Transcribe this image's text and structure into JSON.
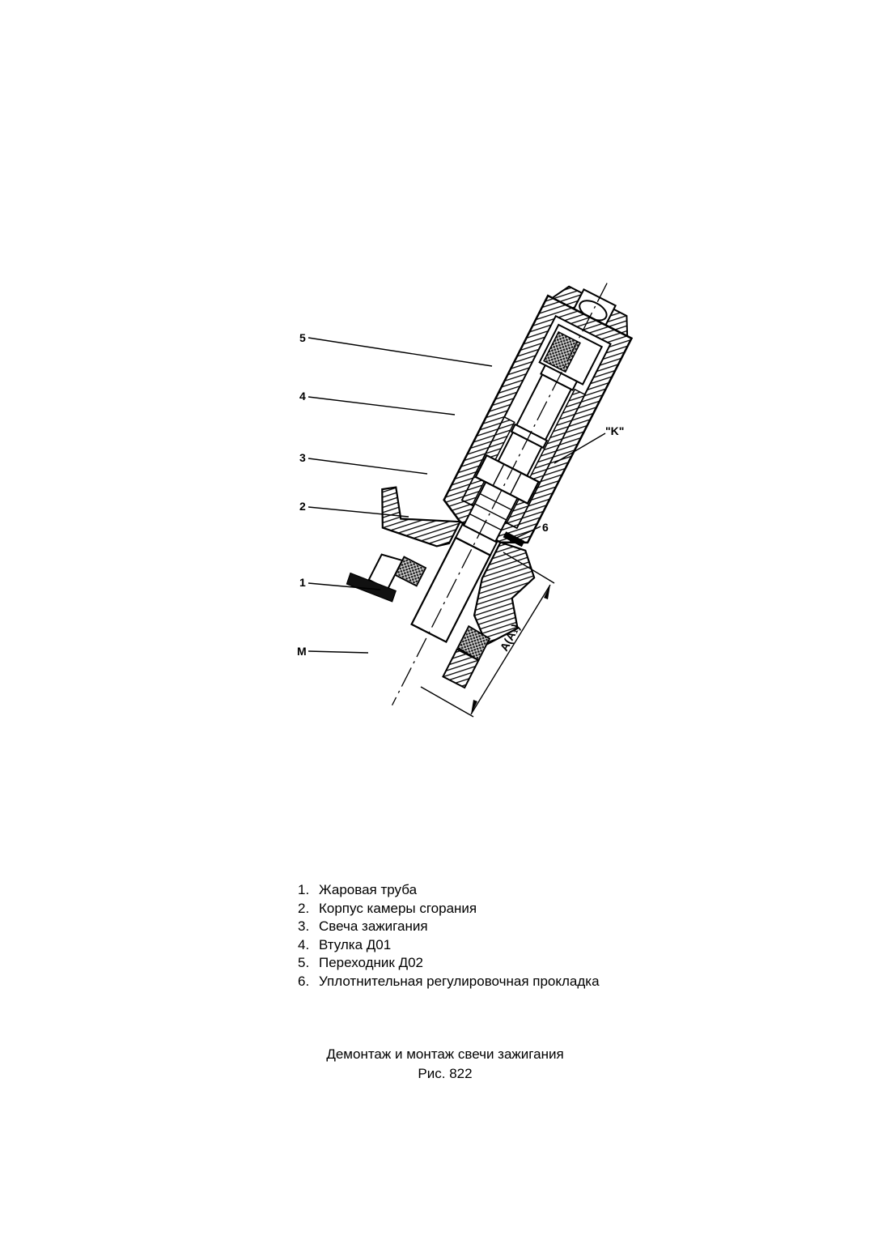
{
  "figure": {
    "callouts": {
      "c5": "5",
      "c4": "4",
      "c3": "3",
      "c2": "2",
      "c1": "1",
      "cM": "M",
      "cK": "\"K\"",
      "c6": "6"
    },
    "dimension_label": "A(A₁)"
  },
  "legend": [
    {
      "num": "1.",
      "text": "Жаровая труба"
    },
    {
      "num": "2.",
      "text": "Корпус камеры сгорания"
    },
    {
      "num": "3.",
      "text": "Свеча зажигания"
    },
    {
      "num": "4.",
      "text": "Втулка Д01"
    },
    {
      "num": "5.",
      "text": "Переходник Д02"
    },
    {
      "num": "6.",
      "text": "Уплотнительная регулировочная прокладка"
    }
  ],
  "caption": {
    "title": "Демонтаж и монтаж свечи зажигания",
    "figure_number": "Рис. 822"
  }
}
